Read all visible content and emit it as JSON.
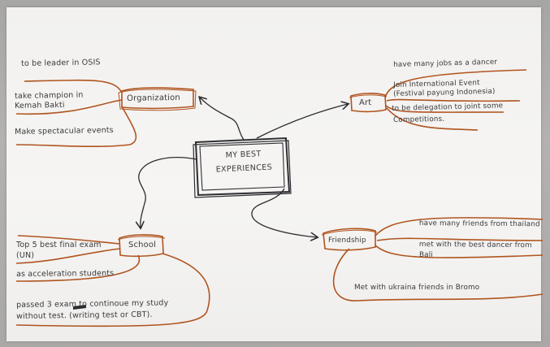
{
  "center": {
    "line1": "MY BEST",
    "line2": "EXPERIENCES"
  },
  "organization": {
    "label": "Organization",
    "items": [
      "to be leader in OSIS",
      "take champion in",
      "Kemah Bakti",
      "Make spectacular events"
    ]
  },
  "art": {
    "label": "Art",
    "items": [
      "have many jobs as a dancer",
      "Join International Event",
      "(Festival payung Indonesia)",
      "to be delegation to joint some",
      "Competitions."
    ]
  },
  "school": {
    "label": "School",
    "items": [
      "Top 5 best final exam",
      "(UN)",
      "as acceleration students",
      "passed 3 exam to continoue my study",
      "without test. (writing test or CBT)."
    ]
  },
  "friendship": {
    "label": "Friendship",
    "items": [
      "have many friends from thailand",
      "met with the best dancer from",
      "Bali",
      "Met with ukraina friends in Bromo"
    ]
  }
}
